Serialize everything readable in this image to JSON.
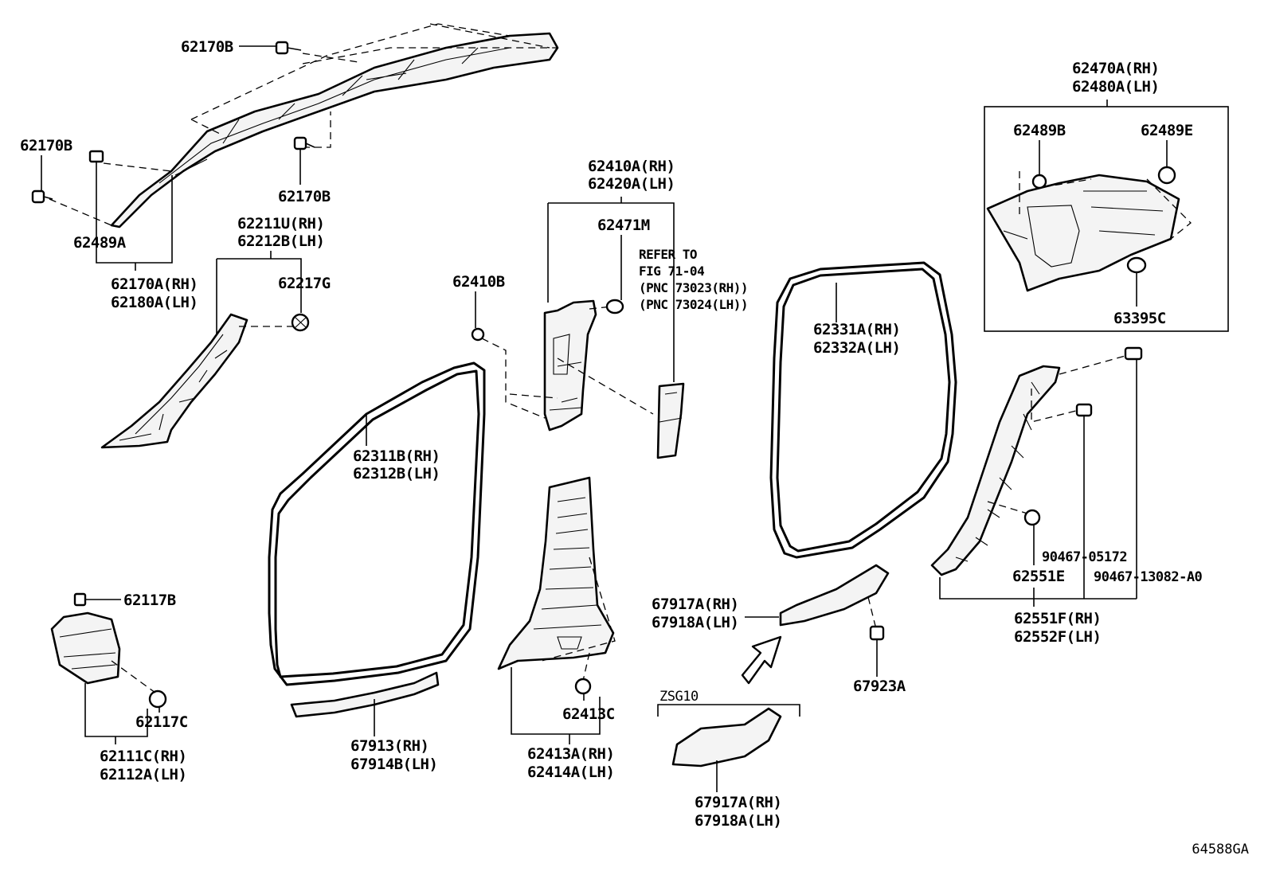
{
  "labels": {
    "l1": "62170B",
    "l2": "62170B",
    "l3": "62170B",
    "l4": "62489A",
    "l5a": "62170A(RH)",
    "l5b": "62180A(LH)",
    "l6a": "62211U(RH)",
    "l6b": "62212B(LH)",
    "l7": "62217G",
    "l8": "62410B",
    "l9a": "62410A(RH)",
    "l9b": "62420A(LH)",
    "l10": "62471M",
    "ref1": "REFER TO",
    "ref2": "FIG 71-04",
    "ref3": "(PNC 73023(RH))",
    "ref4": "(PNC 73024(LH))",
    "l11a": "62311B(RH)",
    "l11b": "62312B(LH)",
    "l12a": "62331A(RH)",
    "l12b": "62332A(LH)",
    "l13a": "62470A(RH)",
    "l13b": "62480A(LH)",
    "l14": "62489B",
    "l15": "62489E",
    "l16": "63395C",
    "l17": "62117B",
    "l18": "62117C",
    "l19a": "62111C(RH)",
    "l19b": "62112A(LH)",
    "l20a": "67913(RH)",
    "l20b": "67914B(LH)",
    "l21": "62413C",
    "l22a": "62413A(RH)",
    "l22b": "62414A(LH)",
    "l23a": "67917A(RH)",
    "l23b": "67918A(LH)",
    "l24": "67923A",
    "l25": "ZSG10",
    "l26a": "67917A(RH)",
    "l26b": "67918A(LH)",
    "l27": "90467-05172",
    "l28": "62551E",
    "l29": "90467-13082-A0",
    "l30a": "62551F(RH)",
    "l30b": "62552F(LH)",
    "diagram_id": "64588GA"
  }
}
